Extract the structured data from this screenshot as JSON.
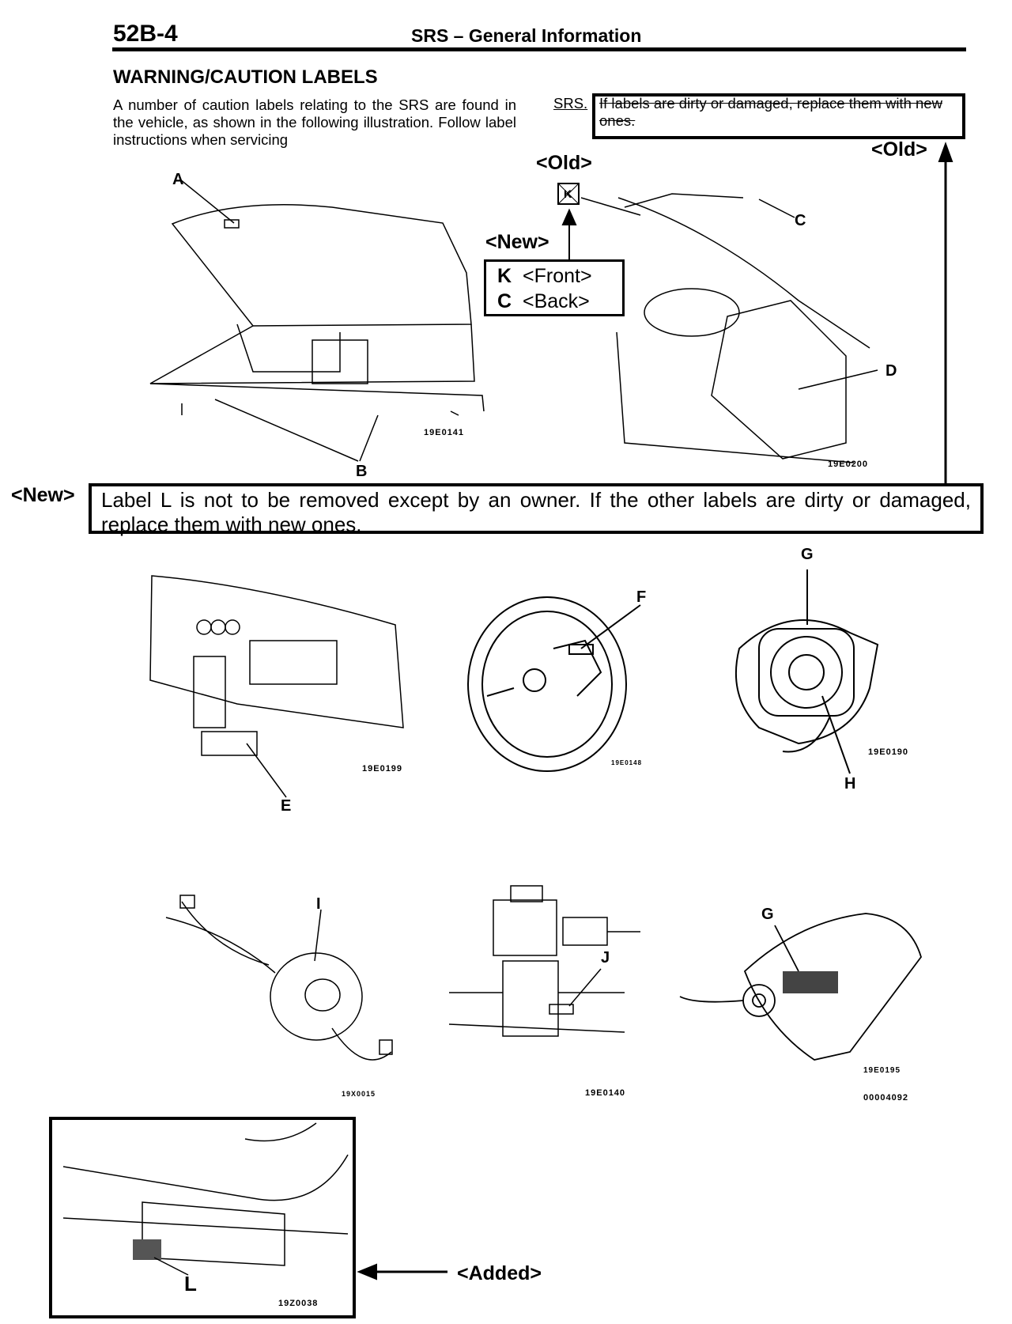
{
  "header": {
    "page_number": "52B-4",
    "title": "SRS – General Information"
  },
  "section": {
    "title": "WARNING/CAUTION LABELS",
    "intro": "A number of caution labels relating to the SRS are found in the vehicle, as shown in the following illustration. Follow label instructions when servicing",
    "continuation_prefix": "SRS.",
    "old_text": "If labels are dirty or damaged, replace them with new ones."
  },
  "tags": {
    "old": "<Old>",
    "new": "<New>",
    "added": "<Added>"
  },
  "kc_box": {
    "row1_letter": "K",
    "row1_text": "<Front>",
    "row2_letter": "C",
    "row2_text": "<Back>"
  },
  "new_text": "Label L is not to be removed except by an owner. If the other labels are dirty or damaged, replace them with new ones.",
  "callouts": {
    "A": "A",
    "B": "B",
    "C": "C",
    "D": "D",
    "E": "E",
    "F": "F",
    "G": "G",
    "H": "H",
    "I": "I",
    "J": "J",
    "L": "L",
    "K_small": "K"
  },
  "figure_codes": {
    "engine_bay": "19E0141",
    "interior": "19E0200",
    "dashboard": "19E0199",
    "wheel": "19E0148",
    "airbag_module": "19E0190",
    "clock_spring": "19X0015",
    "steering_column": "19E0140",
    "passenger_airbag": "19E0195",
    "doc_id": "00004092",
    "inset": "19Z0038"
  }
}
